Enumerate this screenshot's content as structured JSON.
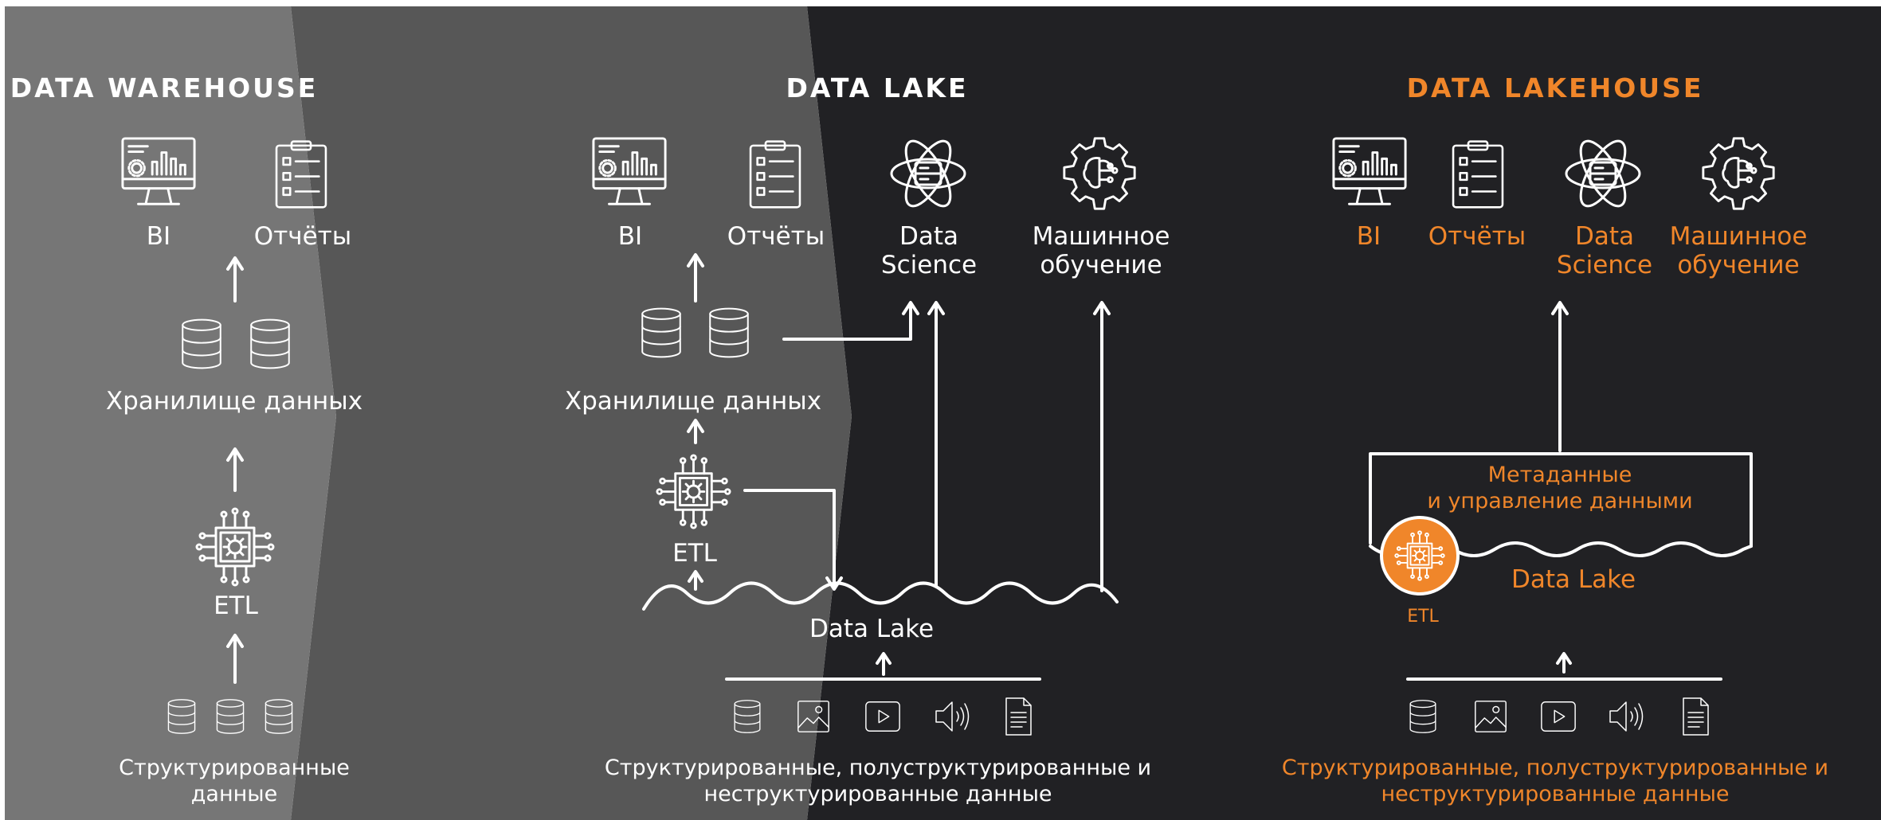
{
  "colors": {
    "panel_warehouse": "#767676",
    "panel_lake": "#575757",
    "panel_lakehouse": "#212124",
    "text_light": "#ffffff",
    "accent": "#f0862a"
  },
  "warehouse": {
    "title": "DATA WAREHOUSE",
    "bi": "BI",
    "reports": "Отчёты",
    "storage": "Хранилище данных",
    "etl": "ETL",
    "source_line1": "Структурированные",
    "source_line2": "данные",
    "icons": [
      "bi-dashboard-icon",
      "report-clipboard-icon",
      "database-icon",
      "etl-chip-icon"
    ]
  },
  "lake": {
    "title": "DATA LAKE",
    "bi": "BI",
    "reports": "Отчёты",
    "ds_line1": "Data",
    "ds_line2": "Science",
    "ml_line1": "Машинное",
    "ml_line2": "обучение",
    "storage": "Хранилище данных",
    "etl": "ETL",
    "data_lake": "Data Lake",
    "source_line1": "Структурированные, полуструктурированные и",
    "source_line2": "неструктурированные данные",
    "icons": [
      "database-icon",
      "image-icon",
      "video-play-icon",
      "audio-speaker-icon",
      "document-icon",
      "atom-icon",
      "brain-gear-icon"
    ]
  },
  "lakehouse": {
    "title": "DATA LAKEHOUSE",
    "bi": "BI",
    "reports": "Отчёты",
    "ds_line1": "Data",
    "ds_line2": "Science",
    "ml_line1": "Машинное",
    "ml_line2": "обучение",
    "meta_line1": "Метаданные",
    "meta_line2": "и управление данными",
    "data_lake": "Data Lake",
    "etl": "ETL",
    "source_line1": "Структурированные, полуструктурированные и",
    "source_line2": "неструктурированные данные"
  }
}
